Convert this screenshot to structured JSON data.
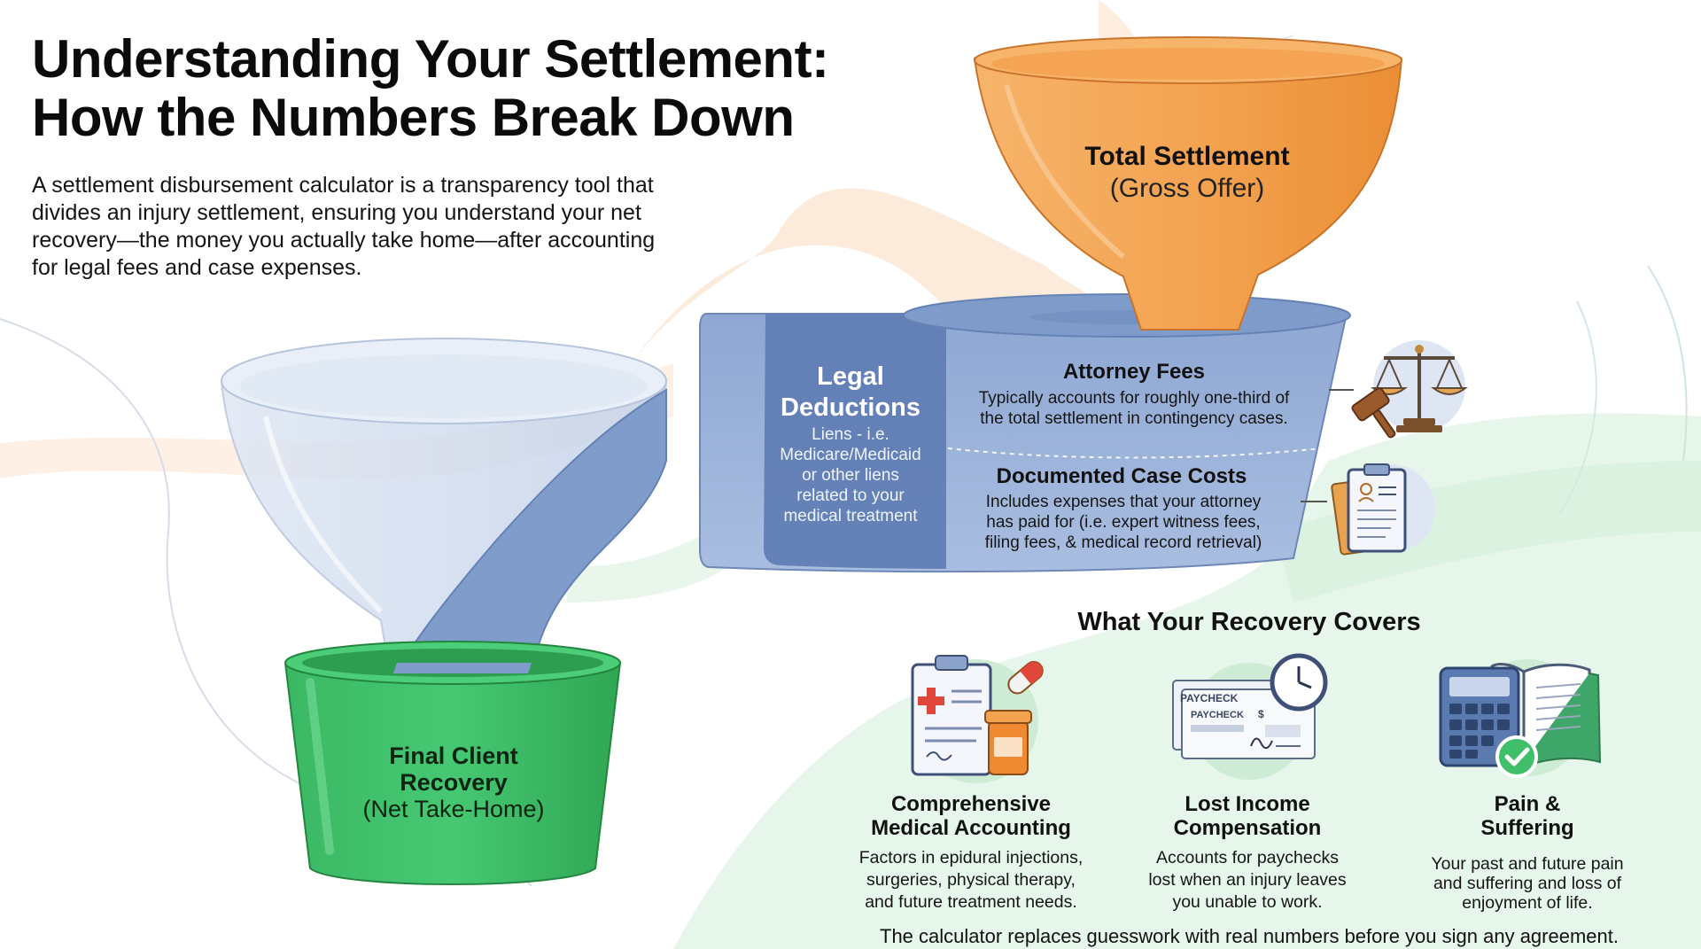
{
  "header": {
    "title_line1": "Understanding Your Settlement:",
    "title_line2": "How the Numbers Break Down",
    "intro_lines": [
      "A settlement disbursement calculator is a transparency tool that",
      "divides an injury settlement, ensuring you understand your net",
      "recovery—the money you actually take home—after accounting",
      "for legal fees and case expenses."
    ]
  },
  "top_funnel": {
    "title": "Total Settlement",
    "subtitle": "(Gross Offer)"
  },
  "deductions": {
    "title_line1": "Legal",
    "title_line2": "Deductions",
    "liens_lines": [
      "Liens - i.e.",
      "Medicare/Medicaid",
      "or other liens",
      "related to your",
      "medical treatment"
    ],
    "attorney_fees": {
      "title": "Attorney Fees",
      "lines": [
        "Typically accounts for roughly one-third of",
        "the total settlement in contingency cases."
      ]
    },
    "case_costs": {
      "title": "Documented Case Costs",
      "lines": [
        "Includes expenses that your attorney",
        "has paid for (i.e. expert witness fees,",
        "filing fees, & medical record retrieval)"
      ]
    }
  },
  "final_recovery": {
    "title_line1": "Final Client",
    "title_line2": "Recovery",
    "subtitle": "(Net Take-Home)"
  },
  "covers": {
    "title": "What Your Recovery Covers",
    "cards": [
      {
        "title_lines": [
          "Comprehensive",
          "Medical Accounting"
        ],
        "body_lines": [
          "Factors in epidural injections,",
          "surgeries, physical therapy,",
          "and future treatment needs."
        ],
        "icon": "medical-clipboard-icon"
      },
      {
        "title_lines": [
          "Lost Income",
          "Compensation"
        ],
        "body_lines": [
          "Accounts for paychecks",
          "lost when an injury leaves",
          "you unable to work."
        ],
        "icon": "paycheck-clock-icon",
        "paycheck_label_1": "PAYCHECK",
        "paycheck_label_2": "PAYCHECK",
        "paycheck_symbol": "$"
      },
      {
        "title_lines": [
          "Pain &",
          "Suffering"
        ],
        "body_lines": [
          "Your past and future pain",
          "and suffering and loss of",
          "enjoyment of life."
        ],
        "icon": "calculator-book-icon"
      }
    ]
  },
  "footer": {
    "note": "The calculator replaces guesswork with real numbers before you sign any agreement."
  },
  "colors": {
    "orange_funnel": "#f2a04e",
    "blue_band": "#7f9ccb",
    "blue_dark": "#5f7db4",
    "green_bucket": "#3fbf6a",
    "green_bg": "#e6f6ea",
    "peach_bg": "#fbe2cc"
  }
}
